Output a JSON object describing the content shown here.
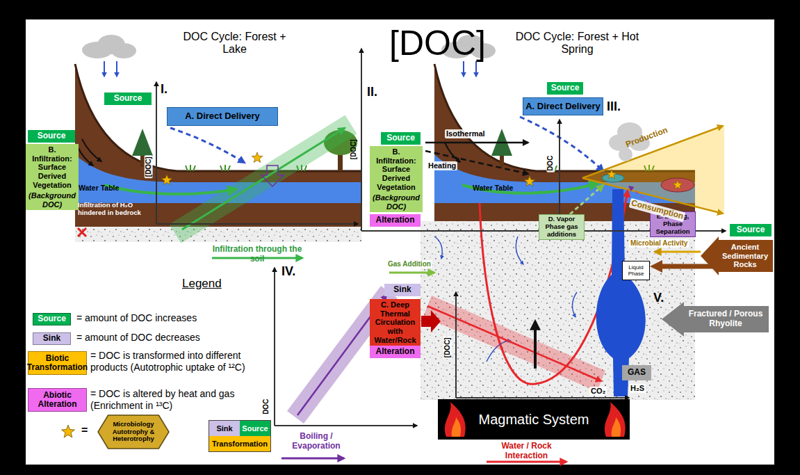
{
  "diagram": {
    "nodes": [
      {
        "text": [
          "Source"
        ]
      },
      {
        "text": [
          "A. Direct Delivery"
        ]
      },
      {
        "text": [
          "Source"
        ]
      },
      {
        "text": [
          "B. Infiltration: Surface Derived Vegetation",
          "(Background DOC)"
        ]
      },
      {
        "text": [
          "Source"
        ]
      },
      {
        "text": [
          "A. Direct Delivery"
        ]
      },
      {
        "text": [
          "Source"
        ]
      },
      {
        "text": [
          "B. Infiltration: Surface Derived Vegetation",
          "(Background DOC)"
        ]
      },
      {
        "text": [
          "Alteration"
        ]
      },
      {
        "text": [
          "Sink"
        ]
      },
      {
        "text": [
          "C. Deep Thermal Circulation with Water/Rock Interactions"
        ]
      },
      {
        "text": [
          "Alteration"
        ]
      },
      {
        "text": [
          "D. Vapor Phase gas additions"
        ]
      },
      {
        "text": [
          "E. Boiling, Phase Separation"
        ]
      },
      {
        "text": [
          "Source"
        ]
      },
      {
        "text": [
          "Ancient Sedimentary Rocks"
        ]
      },
      {
        "text": [
          "Liquid Phase"
        ]
      },
      {
        "text": [
          "Fractured / Porous Rhyolite"
        ]
      },
      {
        "text": [
          "GAS"
        ]
      },
      {
        "text": [
          "Magmatic System"
        ]
      },
      {
        "text": [
          "Microbiology Autotrophy & Heterotrophy"
        ]
      },
      {
        "text": [
          "Sink",
          "Source",
          "Transformation"
        ]
      }
    ],
    "edges": [
      {
        "from": 15,
        "to": 16,
        "arrow": "to"
      }
    ],
    "labels": [
      "DOC Cycle: Forest + Lake",
      "[DOC]",
      "DOC Cycle: Forest + Hot Spring",
      "I.",
      "[DOC]",
      "Water Table",
      "Infiltration of H₂O hindered in bedrock",
      "II.",
      "[DOC]",
      "Isothermal",
      "Heating",
      "Water Table",
      "III.",
      "DOC",
      "Production",
      "Consumption",
      "Gas Addition",
      "Microbial Activity",
      "IV.",
      "DOC",
      "V.",
      "[DOC]",
      "CO₂",
      "H₂S",
      "Legend",
      "Source",
      "Sink",
      "Biotic Transformation",
      "Abiotic Alteration",
      "="
    ],
    "legend": [
      {
        "text": "= amount of DOC increases",
        "color": "#00b050"
      },
      {
        "text": "= amount of DOC decreases",
        "color": "#ccc0e8"
      },
      {
        "text": "= DOC is transformed into different products (Autotrophic uptake of ¹²C)",
        "color": "#ffc000"
      },
      {
        "text": "= DOC is altered by heat and gas (Enrichment in ¹³C)",
        "color": "#f06af0"
      },
      {
        "text": "Infiltration through the soil"
      },
      {
        "text": "Boiling / Evaporation"
      },
      {
        "text": "Water / Rock Interaction"
      }
    ]
  }
}
